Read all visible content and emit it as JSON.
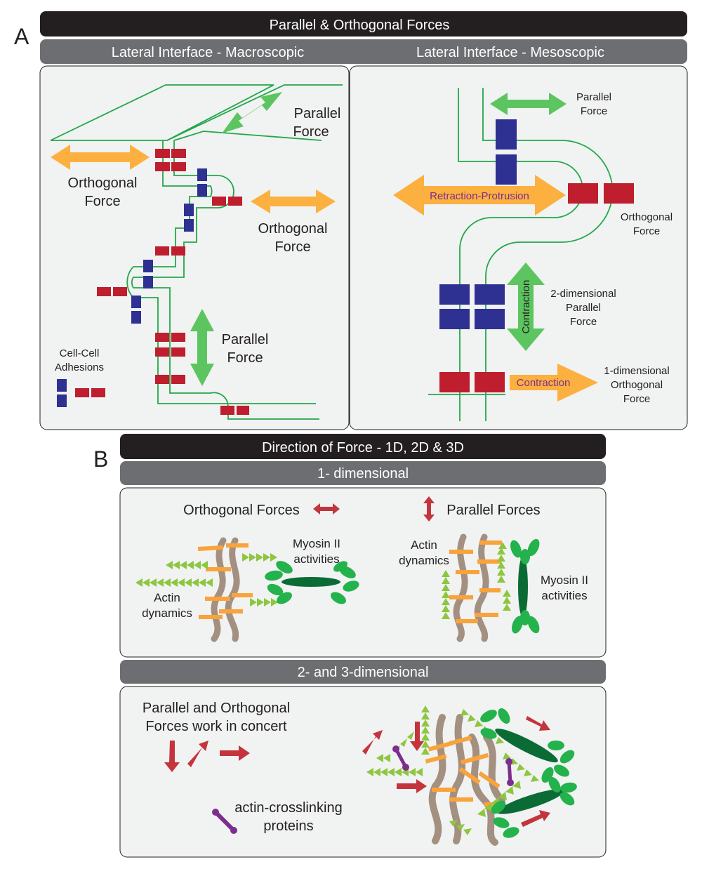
{
  "panel_a": {
    "letter": "A",
    "title": "Parallel & Orthogonal Forces",
    "left_header": "Lateral Interface - Macroscopic",
    "right_header": "Lateral Interface - Mesoscopic",
    "macro": {
      "parallel_top_l1": "Parallel",
      "parallel_top_l2": "Force",
      "orth_left_l1": "Orthogonal",
      "orth_left_l2": "Force",
      "orth_right_l1": "Orthogonal",
      "orth_right_l2": "Force",
      "parallel_bottom_l1": "Parallel",
      "parallel_bottom_l2": "Force",
      "legend_l1": "Cell-Cell",
      "legend_l2": "Adhesions"
    },
    "meso": {
      "parallel_l1": "Parallel",
      "parallel_l2": "Force",
      "retraction": "Retraction-Protrusion",
      "orth_l1": "Orthogonal",
      "orth_l2": "Force",
      "contraction_vertical": "Contraction",
      "two_d_l1": "2-dimensional",
      "two_d_l2": "Parallel",
      "two_d_l3": "Force",
      "contraction_horizontal": "Contraction",
      "one_d_l1": "1-dimensional",
      "one_d_l2": "Orthogonal",
      "one_d_l3": "Force"
    }
  },
  "panel_b": {
    "letter": "B",
    "title": "Direction of Force - 1D, 2D & 3D",
    "one_d_header": "1- dimensional",
    "orth_forces": "Orthogonal Forces",
    "parallel_forces": "Parallel Forces",
    "myosin_l1": "Myosin II",
    "myosin_l2": "activities",
    "actin_l1": "Actin",
    "actin_l2": "dynamics",
    "actin_r_l1": "Actin",
    "actin_r_l2": "dynamics",
    "myosin_r_l1": "Myosin II",
    "myosin_r_l2": "activities",
    "two_three_header": "2- and 3-dimensional",
    "concert_l1": "Parallel and Orthogonal",
    "concert_l2": "Forces work in concert",
    "crosslink_l1": "actin-crosslinking",
    "crosslink_l2": "proteins"
  },
  "colors": {
    "dark_bar": "#231f20",
    "grey_bar": "#6d6e71",
    "panel_bg": "#f1f2f2",
    "membrane": "#22a84a",
    "adhesion_red": "#be1e2d",
    "adhesion_blue": "#2e3192",
    "orthogonal_arrow": "#fbb040",
    "parallel_arrow": "#5cc55f",
    "actin": "#a39081",
    "crosslinker": "#f9a33b",
    "myosin_dark": "#0b6b35",
    "myosin_head": "#23b24b",
    "actin_arrow": "#8dc63f",
    "force_arrow": "#c4343d",
    "purple": "#7b2e8e",
    "label_purple": "#7b2e8e"
  }
}
